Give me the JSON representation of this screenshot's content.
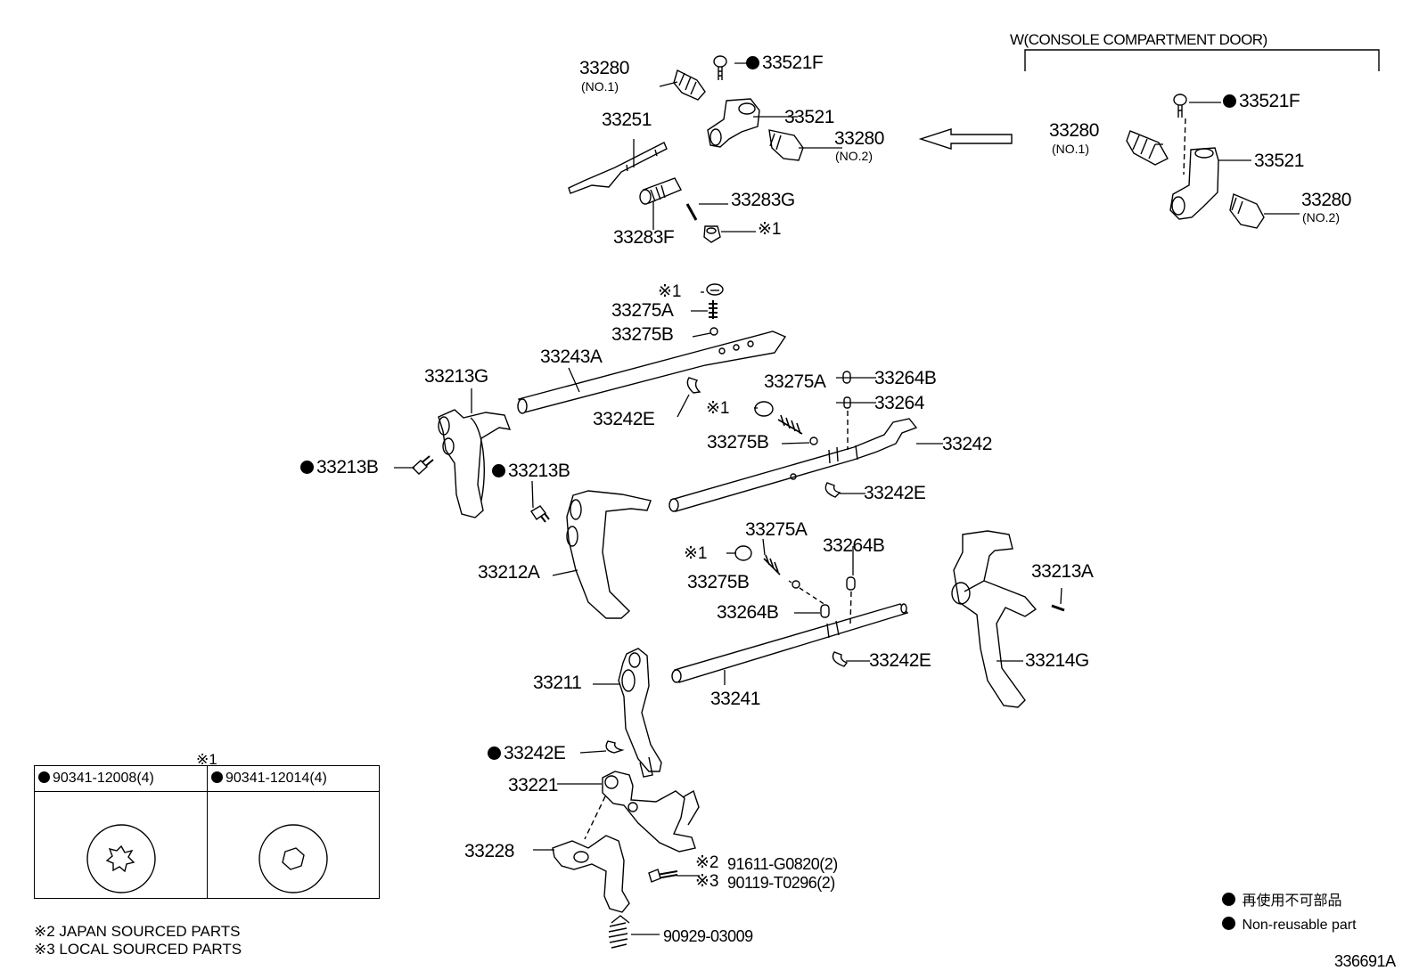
{
  "diagram": {
    "header": "W(CONSOLE COMPARTMENT DOOR)",
    "diagram_code": "336691A",
    "callouts": {
      "p33280_no1": "33280",
      "p33280_no1_note": "(NO.1)",
      "p33521f_main": "33521F",
      "p33251": "33251",
      "p33521_main": "33521",
      "p33280_no2": "33280",
      "p33280_no2_note": "(NO.2)",
      "p33283g": "33283G",
      "p33283f": "33283F",
      "ref1_a": "※1",
      "alt_33521f": "33521F",
      "alt_33280_no1": "33280",
      "alt_33280_no1_note": "(NO.1)",
      "alt_33521": "33521",
      "alt_33280_no2": "33280",
      "alt_33280_no2_note": "(NO.2)",
      "ref1_b": "※1",
      "p33275a_top": "33275A",
      "p33275b_top": "33275B",
      "p33243a": "33243A",
      "p33213g": "33213G",
      "p33242e_a": "33242E",
      "p33213b_a": "33213B",
      "p33264b_a": "33264B",
      "p33264": "33264",
      "p33275a_mid": "33275A",
      "ref1_c": "※1",
      "p33275b_mid": "33275B",
      "p33242": "33242",
      "p33242e_b": "33242E",
      "p33213b_b": "33213B",
      "p33275a_low": "33275A",
      "p33264b_b": "33264B",
      "ref1_d": "※1",
      "p33275b_low": "33275B",
      "p33264b_c": "33264B",
      "p33212a": "33212A",
      "p33213a": "33213A",
      "p33242e_c": "33242E",
      "p33214g": "33214G",
      "p33211": "33211",
      "p33241": "33241",
      "p33242e_d": "33242E",
      "p33221": "33221",
      "p33228": "33228",
      "ref2": "※2",
      "p91611": "91611-G0820(2)",
      "ref3": "※3",
      "p90119": "90119-T0296(2)",
      "p90929": "90929-03009"
    },
    "ref_table": {
      "mark": "※1",
      "col1_part": "90341-12008(4)",
      "col2_part": "90341-12014(4)"
    },
    "footnotes": {
      "note2": "※2 JAPAN SOURCED PARTS",
      "note3": "※3 LOCAL SOURCED PARTS"
    },
    "legend": {
      "jp": "再使用不可部品",
      "en": "Non-reusable part"
    }
  }
}
